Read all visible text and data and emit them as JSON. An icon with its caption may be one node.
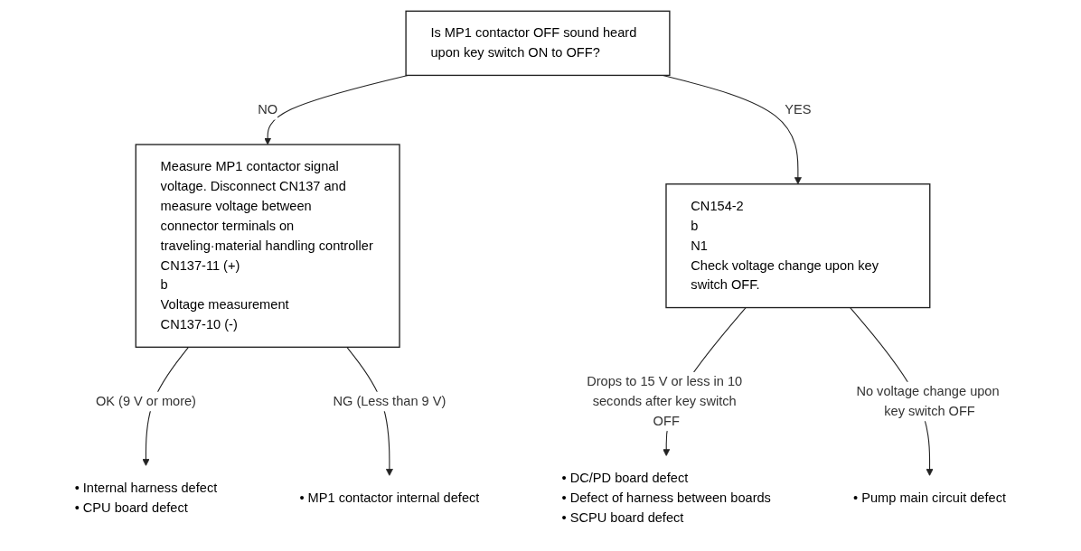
{
  "diagram": {
    "nodes": [
      {
        "text": [
          "Is MP1 contactor OFF sound heard upon key switch ON to OFF?"
        ]
      },
      {
        "text": [
          "Measure MP1 contactor signal voltage. Disconnect CN137 and measure voltage between connector terminals on traveling·material handling controller",
          "CN137-11 (+)",
          "b",
          "Voltage measurement",
          "CN137-10 (-)"
        ]
      },
      {
        "text": [
          "CN154-2",
          "b",
          "N1",
          "Check voltage change upon key switch OFF."
        ]
      },
      {
        "text": [
          "• DC/PD board defect",
          "• Defect of harness between boards",
          "• SCPU board defect"
        ]
      },
      {
        "text": [
          "• Pump main circuit defect"
        ]
      },
      {
        "text": [
          "• Internal harness defect",
          "• CPU board defect"
        ]
      },
      {
        "text": [
          "• MP1 contactor internal defect"
        ]
      }
    ],
    "edges": [
      {
        "from": 0,
        "to": 1,
        "arrow": "to",
        "label": "NO"
      },
      {
        "from": 0,
        "to": 2,
        "arrow": "to",
        "label": "YES"
      },
      {
        "from": 2,
        "to": 3,
        "arrow": "to",
        "label": "Drops to 15 V or less in 10 seconds after key switch OFF"
      },
      {
        "from": 2,
        "to": 4,
        "arrow": "to",
        "label": "No voltage change upon key switch OFF"
      },
      {
        "from": 1,
        "to": 5,
        "arrow": "to",
        "label": "OK (9 V or more)"
      },
      {
        "from": 1,
        "to": 6,
        "arrow": "to",
        "label": "NG (Less than 9 V)"
      }
    ]
  }
}
